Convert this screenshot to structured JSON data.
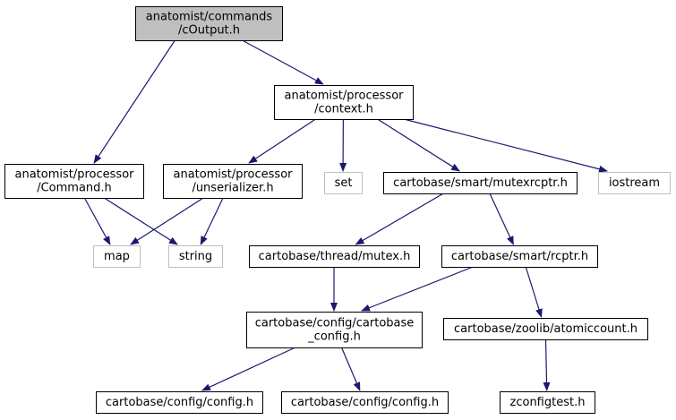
{
  "colors": {
    "edge": "#191970",
    "root_fill": "#bfbfbf",
    "node_fill": "#ffffff",
    "node_border": "#000000",
    "external_border": "#bfbfbf"
  },
  "nodes": [
    {
      "id": "cOutput",
      "lines": [
        "anatomist/commands",
        "/cOutput.h"
      ],
      "kind": "root"
    },
    {
      "id": "context",
      "lines": [
        "anatomist/processor",
        "/context.h"
      ],
      "kind": "local"
    },
    {
      "id": "Command",
      "lines": [
        "anatomist/processor",
        "/Command.h"
      ],
      "kind": "local"
    },
    {
      "id": "unserializer",
      "lines": [
        "anatomist/processor",
        "/unserializer.h"
      ],
      "kind": "local"
    },
    {
      "id": "set",
      "lines": [
        "set"
      ],
      "kind": "external"
    },
    {
      "id": "mutexrcptr",
      "lines": [
        "cartobase/smart/mutexrcptr.h"
      ],
      "kind": "local"
    },
    {
      "id": "iostream",
      "lines": [
        "iostream"
      ],
      "kind": "external"
    },
    {
      "id": "map",
      "lines": [
        "map"
      ],
      "kind": "external"
    },
    {
      "id": "string",
      "lines": [
        "string"
      ],
      "kind": "external"
    },
    {
      "id": "mutex",
      "lines": [
        "cartobase/thread/mutex.h"
      ],
      "kind": "local"
    },
    {
      "id": "rcptr",
      "lines": [
        "cartobase/smart/rcptr.h"
      ],
      "kind": "local"
    },
    {
      "id": "cartobase_config",
      "lines": [
        "cartobase/config/cartobase",
        "_config.h"
      ],
      "kind": "local"
    },
    {
      "id": "atomiccount",
      "lines": [
        "cartobase/zoolib/atomiccount.h"
      ],
      "kind": "local"
    },
    {
      "id": "config1",
      "lines": [
        "cartobase/config/config.h"
      ],
      "kind": "local"
    },
    {
      "id": "config2",
      "lines": [
        "cartobase/config/config.h"
      ],
      "kind": "local"
    },
    {
      "id": "zconfigtest",
      "lines": [
        "zconfigtest.h"
      ],
      "kind": "local"
    }
  ],
  "edges": [
    {
      "from": "cOutput",
      "to": "Command"
    },
    {
      "from": "cOutput",
      "to": "context"
    },
    {
      "from": "context",
      "to": "unserializer"
    },
    {
      "from": "context",
      "to": "set"
    },
    {
      "from": "context",
      "to": "mutexrcptr"
    },
    {
      "from": "context",
      "to": "iostream"
    },
    {
      "from": "Command",
      "to": "map"
    },
    {
      "from": "Command",
      "to": "string"
    },
    {
      "from": "unserializer",
      "to": "map"
    },
    {
      "from": "unserializer",
      "to": "string"
    },
    {
      "from": "mutexrcptr",
      "to": "mutex"
    },
    {
      "from": "mutexrcptr",
      "to": "rcptr"
    },
    {
      "from": "mutex",
      "to": "cartobase_config"
    },
    {
      "from": "rcptr",
      "to": "cartobase_config"
    },
    {
      "from": "rcptr",
      "to": "atomiccount"
    },
    {
      "from": "cartobase_config",
      "to": "config1"
    },
    {
      "from": "cartobase_config",
      "to": "config2"
    },
    {
      "from": "atomiccount",
      "to": "zconfigtest"
    }
  ]
}
